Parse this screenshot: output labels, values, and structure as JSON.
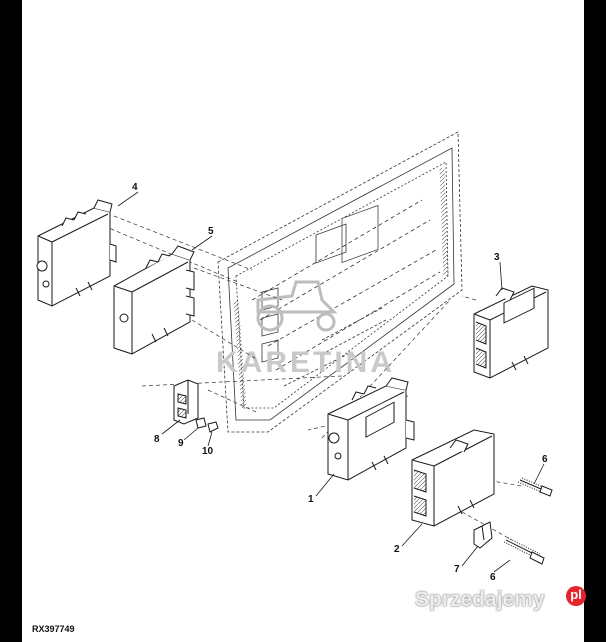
{
  "figure_id": "RX397749",
  "parts": [
    {
      "id": "callout-1",
      "label": "1"
    },
    {
      "id": "callout-2",
      "label": "2"
    },
    {
      "id": "callout-3",
      "label": "3"
    },
    {
      "id": "callout-4",
      "label": "4"
    },
    {
      "id": "callout-5",
      "label": "5"
    },
    {
      "id": "callout-6a",
      "label": "6"
    },
    {
      "id": "callout-6b",
      "label": "6"
    },
    {
      "id": "callout-7",
      "label": "7"
    },
    {
      "id": "callout-8",
      "label": "8"
    },
    {
      "id": "callout-9",
      "label": "9"
    },
    {
      "id": "callout-10",
      "label": "10"
    }
  ],
  "watermark": {
    "text": "KARETINA"
  },
  "brand": {
    "text": "Sprzedajemy",
    "dot_text": "pl",
    "accent_color": "#e6242b"
  },
  "colors": {
    "line": "#1a1a1a",
    "background": "#ffffff"
  }
}
